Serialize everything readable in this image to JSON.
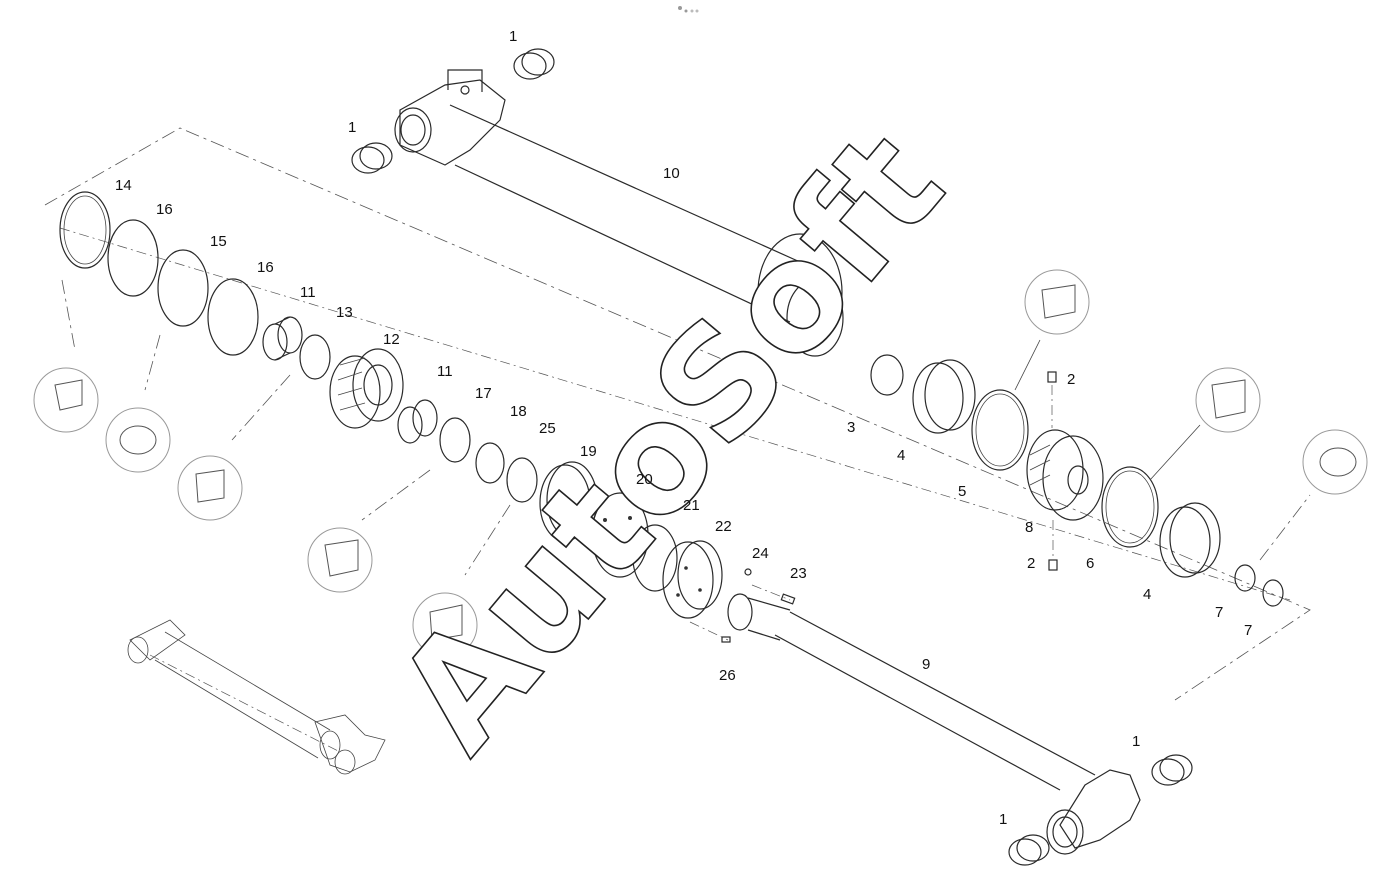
{
  "diagram": {
    "labels": [
      "1",
      "1",
      "10",
      "14",
      "16",
      "15",
      "16",
      "11",
      "13",
      "12",
      "11",
      "17",
      "18",
      "25",
      "19",
      "20",
      "21",
      "22",
      "24",
      "23",
      "26",
      "9",
      "3",
      "4",
      "5",
      "2",
      "8",
      "2",
      "6",
      "4",
      "7",
      "7",
      "1",
      "1"
    ],
    "watermark": "AutoSoft",
    "header_icon": "image-loading-icon"
  }
}
